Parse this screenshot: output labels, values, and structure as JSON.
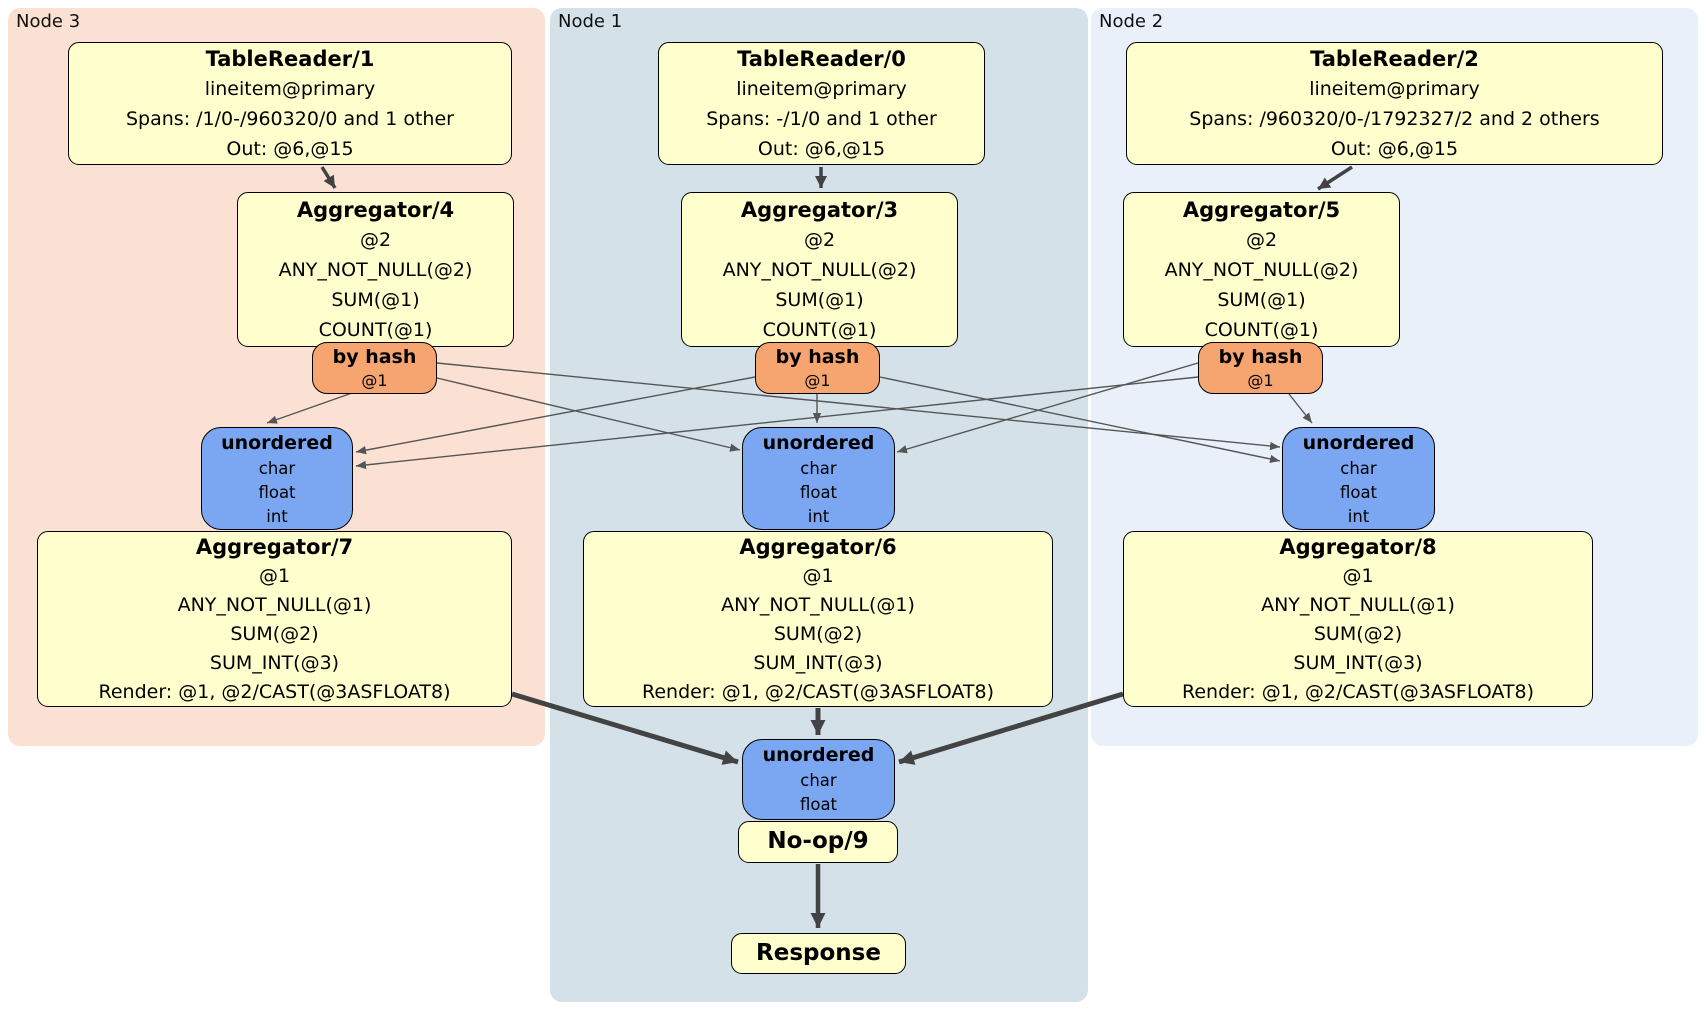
{
  "diagram": {
    "kind": "distributed-sql-plan",
    "colors": {
      "node3_bg": "#fbe1d3",
      "node1_bg": "#d4e1e9",
      "node2_bg": "#eaf0f9",
      "processor_bg": "#ffffcd",
      "router_bg": "#f6a470",
      "sync_bg": "#7aa6f2",
      "edge_thin": "#555555",
      "edge_thick": "#434343",
      "border": "#000000"
    }
  },
  "regions": {
    "node3": {
      "label": "Node 3"
    },
    "node1": {
      "label": "Node 1"
    },
    "node2": {
      "label": "Node 2"
    }
  },
  "processors": {
    "tr1": {
      "title": "TableReader/1",
      "lines": [
        "lineitem@primary",
        "Spans: /1/0-/960320/0 and 1 other",
        "Out: @6,@15"
      ]
    },
    "tr0": {
      "title": "TableReader/0",
      "lines": [
        "lineitem@primary",
        "Spans: -/1/0 and 1 other",
        "Out: @6,@15"
      ]
    },
    "tr2": {
      "title": "TableReader/2",
      "lines": [
        "lineitem@primary",
        "Spans: /960320/0-/1792327/2 and 2 others",
        "Out: @6,@15"
      ]
    },
    "agg4": {
      "title": "Aggregator/4",
      "lines": [
        "@2",
        "ANY_NOT_NULL(@2)",
        "SUM(@1)",
        "COUNT(@1)"
      ]
    },
    "agg3": {
      "title": "Aggregator/3",
      "lines": [
        "@2",
        "ANY_NOT_NULL(@2)",
        "SUM(@1)",
        "COUNT(@1)"
      ]
    },
    "agg5": {
      "title": "Aggregator/5",
      "lines": [
        "@2",
        "ANY_NOT_NULL(@2)",
        "SUM(@1)",
        "COUNT(@1)"
      ]
    },
    "agg7": {
      "title": "Aggregator/7",
      "lines": [
        "@1",
        "ANY_NOT_NULL(@1)",
        "SUM(@2)",
        "SUM_INT(@3)",
        "Render: @1, @2/CAST(@3ASFLOAT8)"
      ]
    },
    "agg6": {
      "title": "Aggregator/6",
      "lines": [
        "@1",
        "ANY_NOT_NULL(@1)",
        "SUM(@2)",
        "SUM_INT(@3)",
        "Render: @1, @2/CAST(@3ASFLOAT8)"
      ]
    },
    "agg8": {
      "title": "Aggregator/8",
      "lines": [
        "@1",
        "ANY_NOT_NULL(@1)",
        "SUM(@2)",
        "SUM_INT(@3)",
        "Render: @1, @2/CAST(@3ASFLOAT8)"
      ]
    },
    "noop": {
      "title": "No-op/9"
    },
    "response": {
      "title": "Response"
    }
  },
  "routers": {
    "hash3": {
      "title": "by hash",
      "detail": "@1"
    },
    "hash1": {
      "title": "by hash",
      "detail": "@1"
    },
    "hash2": {
      "title": "by hash",
      "detail": "@1"
    }
  },
  "syncs": {
    "un3": {
      "title": "unordered",
      "lines": [
        "char",
        "float",
        "int"
      ]
    },
    "un1": {
      "title": "unordered",
      "lines": [
        "char",
        "float",
        "int"
      ]
    },
    "un2": {
      "title": "unordered",
      "lines": [
        "char",
        "float",
        "int"
      ]
    },
    "unfinal": {
      "title": "unordered",
      "lines": [
        "char",
        "float"
      ]
    }
  }
}
